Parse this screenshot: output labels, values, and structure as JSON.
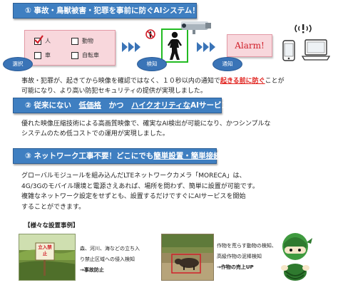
{
  "section1": {
    "banner": "① 事故・鳥獣被害・犯罪を事前に防ぐAIシステム！",
    "checkboxes": [
      "人",
      "動物",
      "車",
      "自転車"
    ],
    "select_label": "選択",
    "detect_label": "検知",
    "notify_label": "通知",
    "alarm_text": "Alarm!",
    "body_pre": "事故・犯罪が、起きてから映像を確認ではなく、１０秒以内の通知で",
    "body_red": "起きる前に防ぐ",
    "body_post": "ことが",
    "body_line2": "可能になり、より高い防犯セキュリティの提供が実現しました。"
  },
  "section2": {
    "banner_prefix": "② 従来にない　",
    "banner_u1": "低価格",
    "banner_mid": "　かつ　",
    "banner_u2": "ハイクオリティな",
    "banner_suffix": "AIサービス！",
    "line1": "優れた映像圧縮技術による高画質映像で、確実なAI検出が可能になり、かつシンプルな",
    "line2": "システムのため低コストでの運用が実現しました。"
  },
  "section3": {
    "banner_prefix": "③ ネットワーク工事不要！どこにでも",
    "banner_u": "簡単設置・簡単接続",
    "banner_suffix": "！",
    "line1": "グローバルモジュールを組み込んだLTEネットワークカメラ「MORECA」は、",
    "line2": "4G/3Gのモバイル環境と電源さえあれば、場所を問わず、簡単に設置が可能です。",
    "line3": "複雑なネットワーク設定をせずとも、設置するだけですぐにAIサービスを開始",
    "line4": "することができます。"
  },
  "examples": {
    "heading": "【様々な設置事例】",
    "sign_text": "立入禁止",
    "ex1": {
      "line1": "森、河川、海などの立ち入",
      "line2": "り禁止区域への侵入検知",
      "result": "→事故防止"
    },
    "ex2": {
      "line1": "作物を荒らす動物の検知、",
      "line2": "高級作物の泥棒検知",
      "result": "→作物の売上UP"
    }
  },
  "colors": {
    "banner": "#3f7fc1",
    "alert_red": "#e0201b",
    "pink_box": "#f8d7dc",
    "detect_green": "#22bb22"
  }
}
